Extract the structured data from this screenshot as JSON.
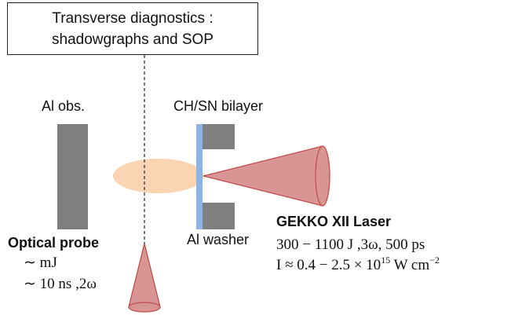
{
  "title_box": {
    "line1": "Transverse diagnostics :",
    "line2": "shadowgraphs and SOP"
  },
  "labels": {
    "al_obstacle": "Al obs.",
    "bilayer": "CH/SN bilayer",
    "al_washer": "Al washer"
  },
  "gekko": {
    "title": "GEKKO XII Laser",
    "line1": "300 − 1100 J ,3ω, 500 ps",
    "line2_prefix": "I  ≈ 0.4 − 2.5  × 10",
    "line2_exp1": "15",
    "line2_mid": " W cm",
    "line2_exp2": "−2"
  },
  "probe": {
    "title": "Optical probe",
    "line1": "∼ mJ",
    "line2": "∼ 10 ns ,2ω"
  },
  "colors": {
    "obstacle": "#7f7f7f",
    "bilayer_strip": "#8eb4e3",
    "plasma": "#fbd4b4",
    "laser_fill": "#d99594",
    "laser_stroke": "#c0504d",
    "dashed_line": "#333333"
  }
}
